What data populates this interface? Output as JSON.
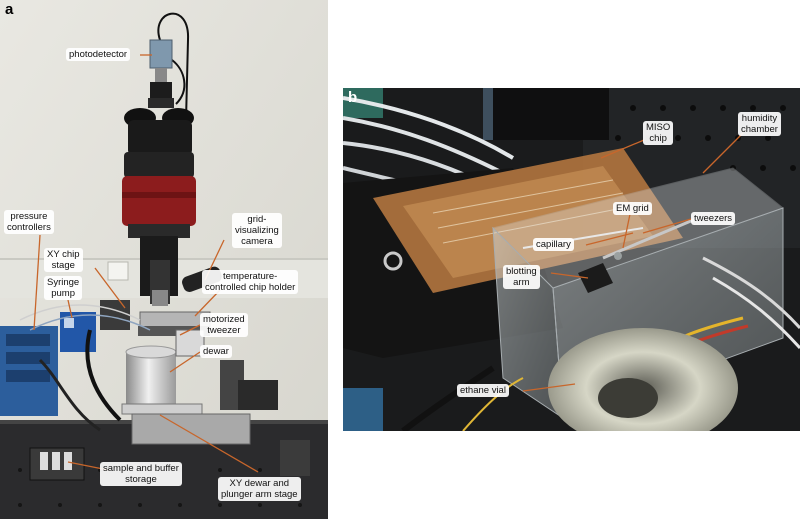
{
  "panel_a": {
    "letter": "a",
    "labels": {
      "photodetector": "photodetector",
      "pressure_controllers_1": "pressure",
      "pressure_controllers_2": "controllers",
      "grid_camera_1": "grid-",
      "grid_camera_2": "visualizing",
      "grid_camera_3": "camera",
      "xy_chip_stage_1": "XY chip",
      "xy_chip_stage_2": "stage",
      "temp_holder_1": "temperature-",
      "temp_holder_2": "controlled chip holder",
      "syringe_pump_1": "Syringe",
      "syringe_pump_2": "pump",
      "motorized_tweezer_1": "motorized",
      "motorized_tweezer_2": "tweezer",
      "dewar": "dewar",
      "sample_storage_1": "sample and buffer",
      "sample_storage_2": "storage",
      "xy_dewar_stage_1": "XY dewar and",
      "xy_dewar_stage_2": "plunger arm stage"
    }
  },
  "panel_b": {
    "letter": "b",
    "labels": {
      "miso_chip_1": "MISO",
      "miso_chip_2": "chip",
      "humidity_chamber_1": "humidity",
      "humidity_chamber_2": "chamber",
      "em_grid": "EM grid",
      "capillary": "capillary",
      "tweezers": "tweezers",
      "blotting_arm_1": "blotting",
      "blotting_arm_2": "arm",
      "ethane_vial": "ethane vial"
    }
  },
  "colors": {
    "leader_line": "#c8662b",
    "label_bg": "#ffffff"
  }
}
